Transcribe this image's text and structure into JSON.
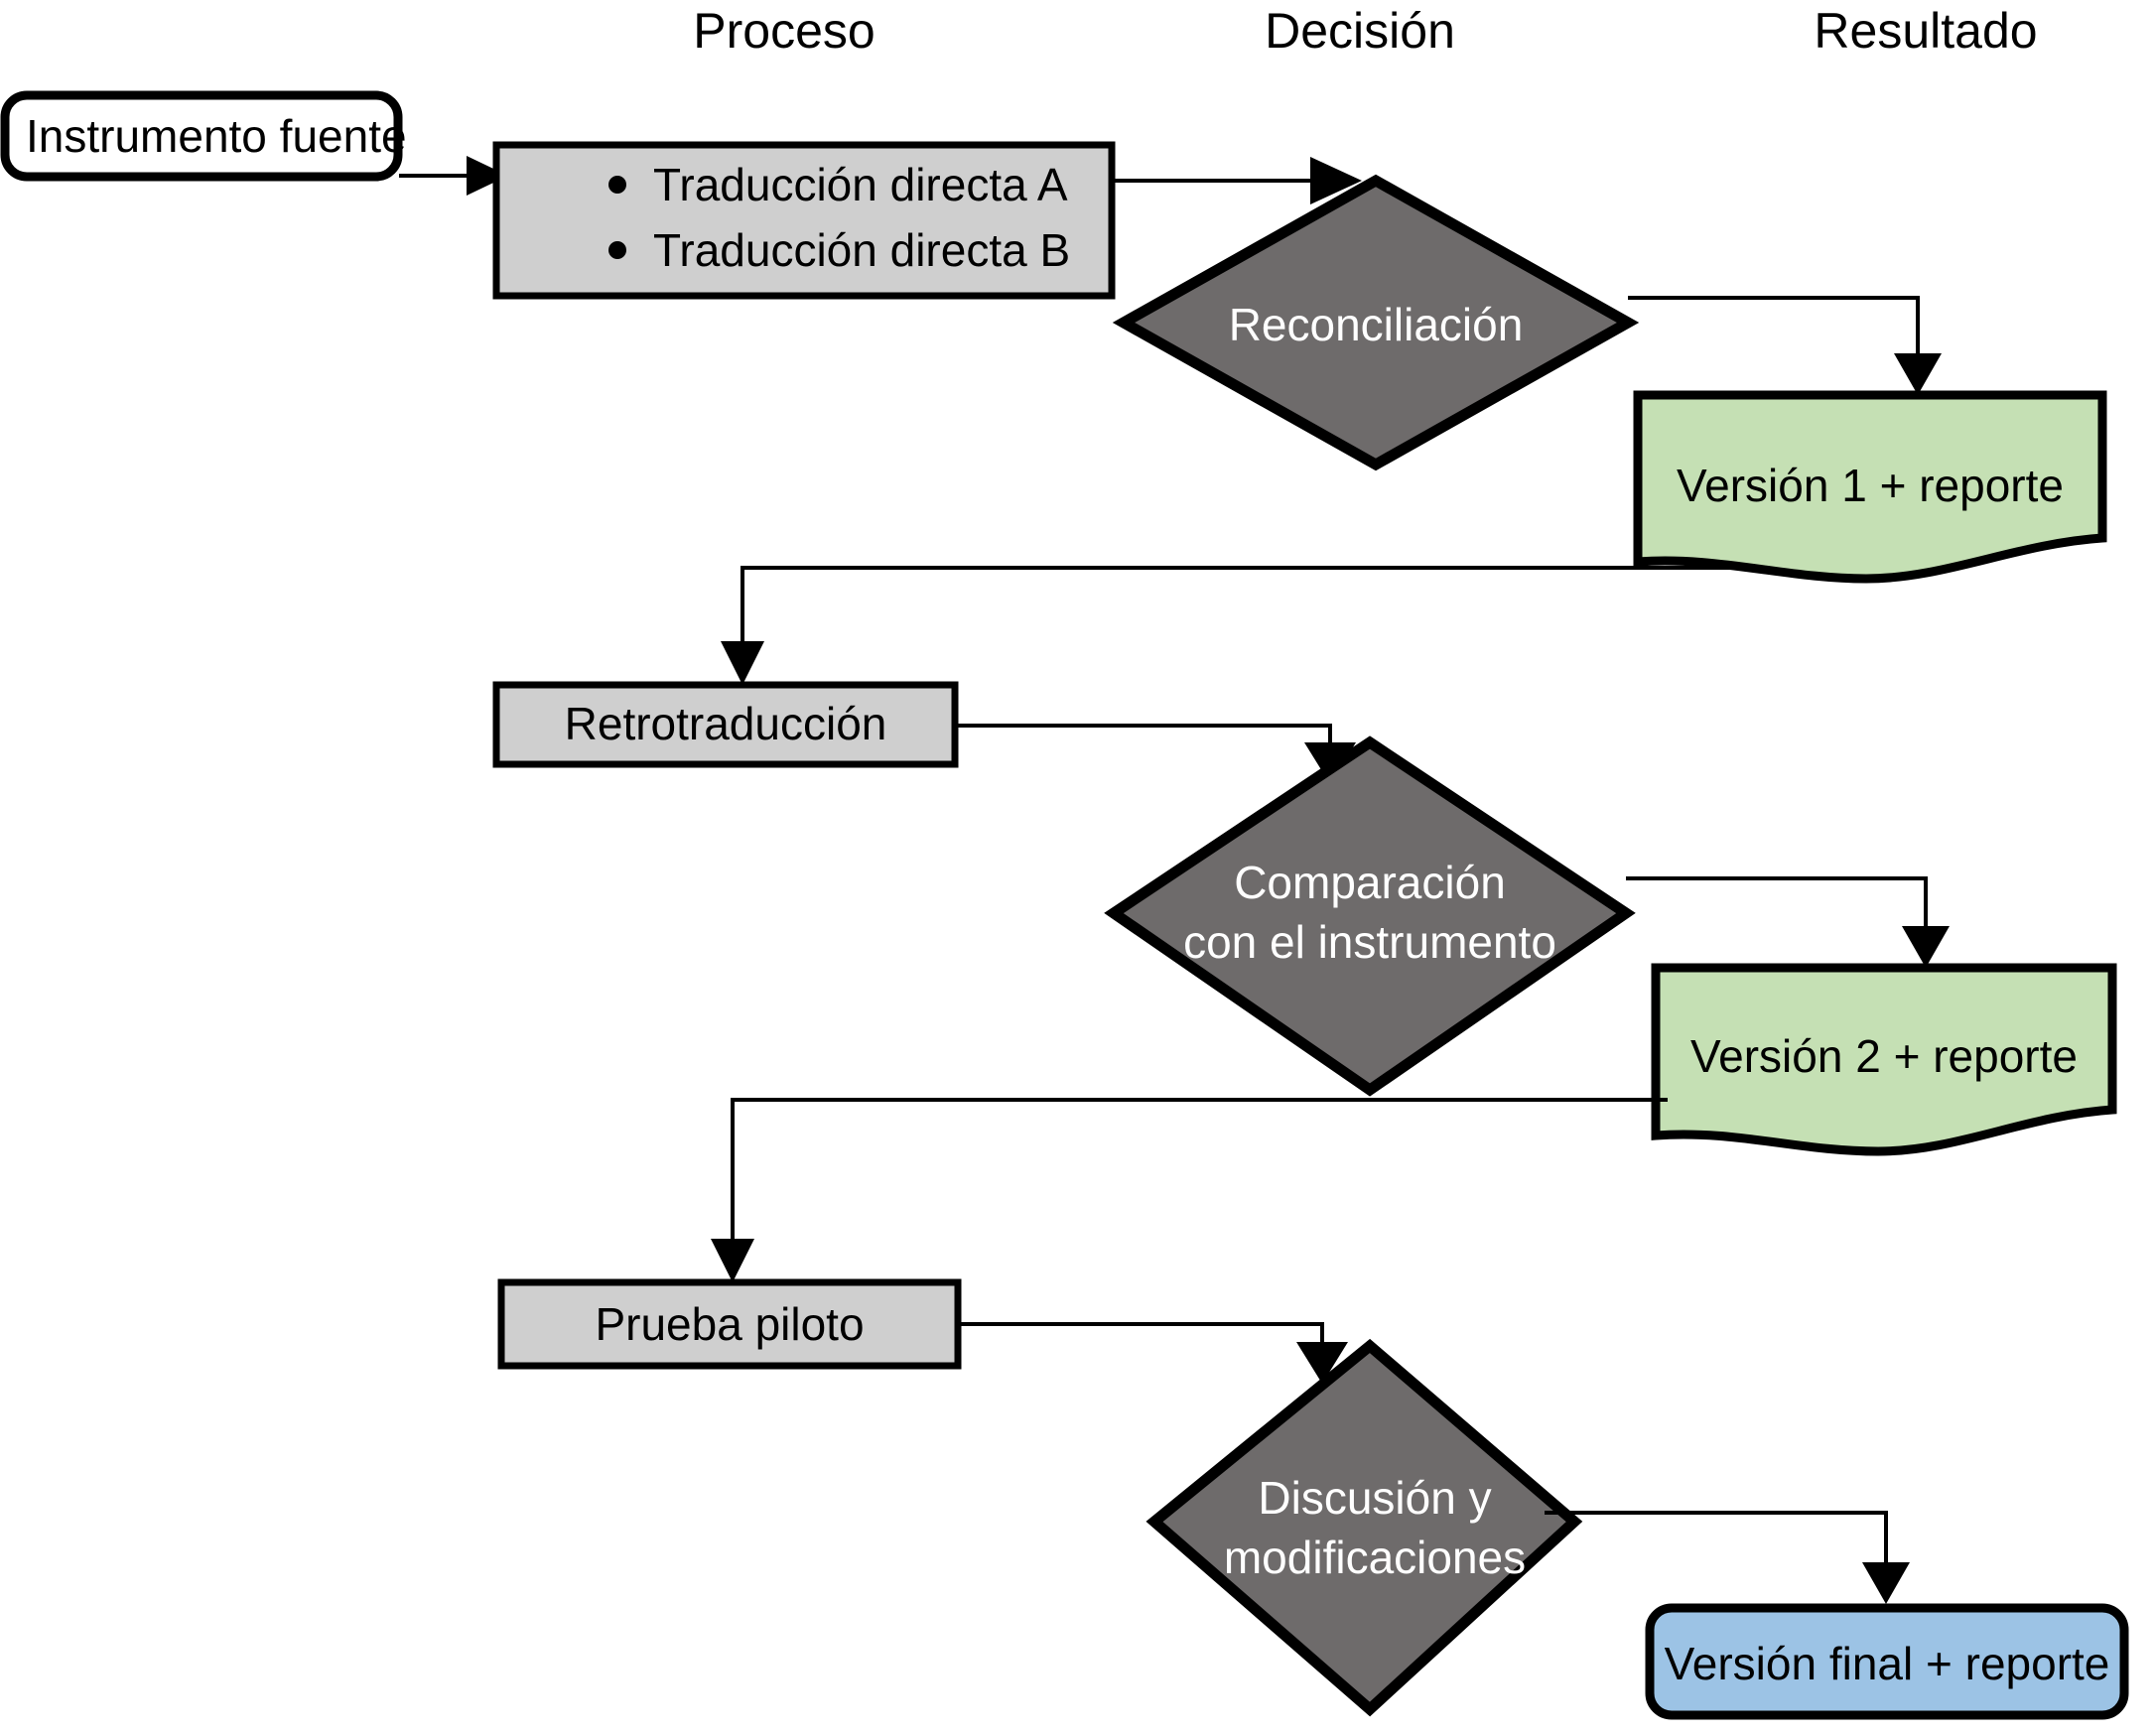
{
  "diagram": {
    "title_columns": [
      {
        "label": "Proceso"
      },
      {
        "label": "Decisión"
      },
      {
        "label": "Resultado"
      }
    ],
    "nodes": {
      "source_instrument": {
        "label": "Instrumento fuente",
        "shape": "rounded-rect",
        "fill": "#ffffff"
      },
      "forward_translation": {
        "bullets": [
          "Traducción directa A",
          "Traducción directa B"
        ],
        "shape": "rect",
        "fill": "#cfcfcf"
      },
      "reconciliation": {
        "label": "Reconciliación",
        "shape": "diamond",
        "fill": "#6e6b6b"
      },
      "version1": {
        "label": "Versión 1 + reporte",
        "shape": "document",
        "fill": "#c5e0b4"
      },
      "back_translation": {
        "label": "Retrotraducción",
        "shape": "rect",
        "fill": "#cfcfcf"
      },
      "comparison": {
        "line1": "Comparación",
        "line2": "con el instrumento",
        "shape": "diamond",
        "fill": "#6e6b6b"
      },
      "version2": {
        "label": "Versión 2 + reporte",
        "shape": "document",
        "fill": "#c5e0b4"
      },
      "pilot_test": {
        "label": "Prueba piloto",
        "shape": "rect",
        "fill": "#cfcfcf"
      },
      "discussion": {
        "line1": "Discusión y",
        "line2": "modificaciones",
        "shape": "diamond",
        "fill": "#6e6b6b"
      },
      "final_version": {
        "label": "Versión final + reporte",
        "shape": "rounded-rect",
        "fill": "#9cc3e5"
      }
    },
    "colors": {
      "process_gray": "#cfcfcf",
      "decision_gray": "#6e6b6b",
      "result_green": "#c5e0b4",
      "result_blue": "#9cc3e5",
      "outline": "#000000",
      "background": "#ffffff"
    }
  }
}
